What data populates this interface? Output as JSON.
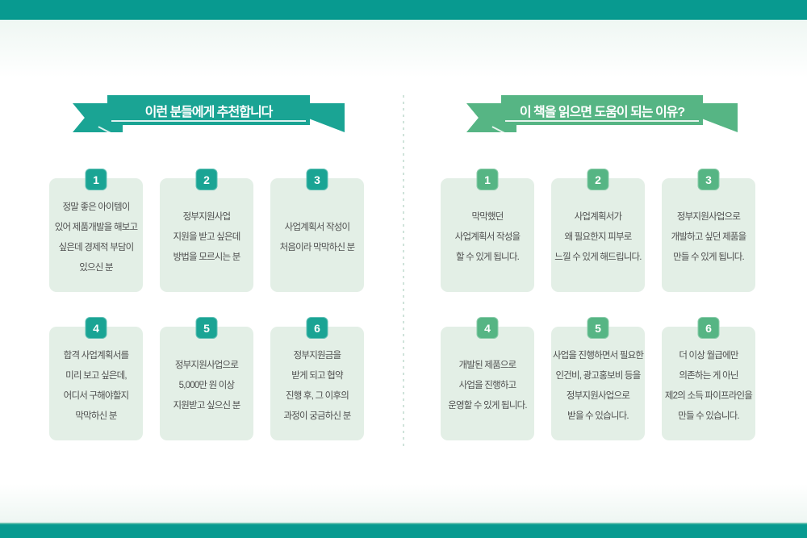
{
  "page": {
    "top_bar_color": "#089a90",
    "bottom_bar_color": "#089a90",
    "background_color": "#ffffff",
    "card_background_color": "#e3efe6",
    "card_text_color": "#4f4f4f"
  },
  "left_section": {
    "ribbon_label": "이런 분들에게 추천합니다",
    "accent_color": "#1aa494",
    "cards": [
      {
        "number": "1",
        "lines": [
          "정말 좋은 아이템이",
          "있어 제품개발을 해보고",
          "싶은데 경제적 부담이",
          "있으신 분"
        ]
      },
      {
        "number": "2",
        "lines": [
          "정부지원사업",
          "지원을 받고 싶은데",
          "방법을 모르시는 분"
        ]
      },
      {
        "number": "3",
        "lines": [
          "사업계획서 작성이",
          "처음이라 막막하신 분"
        ]
      },
      {
        "number": "4",
        "lines": [
          "합격 사업계획서를",
          "미리 보고 싶은데,",
          "어디서 구해야할지",
          "막막하신 분"
        ]
      },
      {
        "number": "5",
        "lines": [
          "정부지원사업으로",
          "5,000만 원 이상",
          "지원받고 싶으신 분"
        ]
      },
      {
        "number": "6",
        "lines": [
          "정부지원금을",
          "받게 되고 협약",
          "진행 후, 그 이후의",
          "과정이 궁금하신 분"
        ]
      }
    ]
  },
  "right_section": {
    "ribbon_label": "이 책을 읽으면 도움이 되는 이유?",
    "accent_color": "#56b584",
    "cards": [
      {
        "number": "1",
        "lines": [
          "막막했던",
          "사업계획서 작성을",
          "할 수 있게 됩니다."
        ]
      },
      {
        "number": "2",
        "lines": [
          "사업계획서가",
          "왜 필요한지 피부로",
          "느낄 수 있게 해드립니다."
        ]
      },
      {
        "number": "3",
        "lines": [
          "정부지원사업으로",
          "개발하고 싶던 제품을",
          "만들 수 있게 됩니다."
        ]
      },
      {
        "number": "4",
        "lines": [
          "개발된 제품으로",
          "사업을 진행하고",
          "운영할 수 있게 됩니다."
        ]
      },
      {
        "number": "5",
        "lines": [
          "사업을 진행하면서 필요한",
          "인건비, 광고홍보비 등을",
          "정부지원사업으로",
          "받을 수 있습니다."
        ]
      },
      {
        "number": "6",
        "lines": [
          "더 이상 월급에만",
          "의존하는 게 아닌",
          "제2의 소득 파이프라인을",
          "만들 수 있습니다."
        ]
      }
    ]
  }
}
